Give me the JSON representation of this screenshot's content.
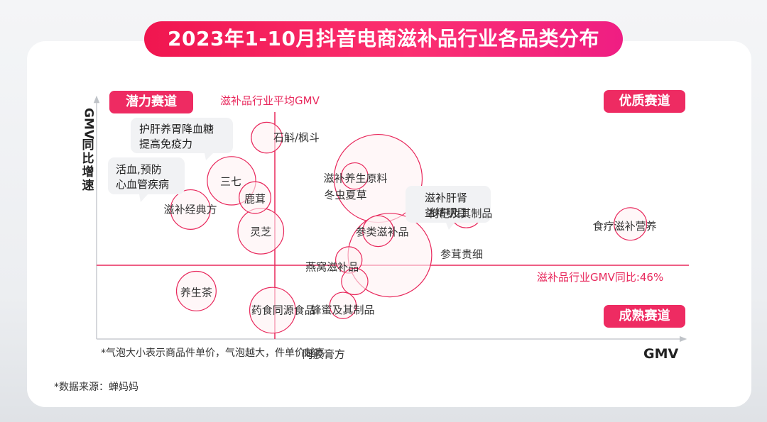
{
  "title": "2023年1-10月抖音电商滋补品行业各品类分布",
  "axes": {
    "y_label": "GMV同比增速",
    "x_label": "GMV"
  },
  "quadrants": {
    "top_left": "潜力赛道",
    "top_right": "优质赛道",
    "bottom_right": "成熟赛道"
  },
  "reference_lines": {
    "vertical": "滋补品行业平均GMV",
    "horizontal": "滋补品行业GMV同比:46%"
  },
  "callouts": [
    {
      "lines": [
        "护肝养胃降血糖",
        "提高免疫力"
      ]
    },
    {
      "lines": [
        "活血,预防",
        "心血管疾病"
      ]
    },
    {
      "lines": [
        "滋补肝肾",
        "益精明目"
      ]
    }
  ],
  "bubble_note": "*气泡大小表示商品件单价，气泡越大，件单价越高",
  "source": "*数据来源：蝉妈妈",
  "colors": {
    "accent": "#ee2b62",
    "bubble_stroke": "#e8285c",
    "bubble_fill": "#fff1f4"
  },
  "chart_data": {
    "type": "scatter",
    "xlabel": "GMV",
    "ylabel": "GMV同比增速",
    "bubble_size_meaning": "商品件单价",
    "points": [
      {
        "name": "石斛/枫斗",
        "x": 0.29,
        "y": 0.84,
        "size": 0.35
      },
      {
        "name": "三七",
        "x": 0.23,
        "y": 0.66,
        "size": 0.55
      },
      {
        "name": "鹿茸",
        "x": 0.27,
        "y": 0.59,
        "size": 0.36
      },
      {
        "name": "滋补经典方",
        "x": 0.16,
        "y": 0.54,
        "size": 0.45
      },
      {
        "name": "灵芝",
        "x": 0.28,
        "y": 0.45,
        "size": 0.52
      },
      {
        "name": "养生茶",
        "x": 0.17,
        "y": 0.2,
        "size": 0.45
      },
      {
        "name": "药食同源食品",
        "x": 0.3,
        "y": 0.12,
        "size": 0.52
      },
      {
        "name": "滋补养生原料",
        "x": 0.48,
        "y": 0.67,
        "size": 1.0
      },
      {
        "name": "冬虫夏草",
        "x": 0.44,
        "y": 0.68,
        "size": 0.3
      },
      {
        "name": "枸杞及其制品",
        "x": 0.63,
        "y": 0.53,
        "size": 0.36
      },
      {
        "name": "参类滋补品",
        "x": 0.48,
        "y": 0.45,
        "size": 0.35
      },
      {
        "name": "参茸贵细",
        "x": 0.5,
        "y": 0.35,
        "size": 0.95
      },
      {
        "name": "燕窝滋补品",
        "x": 0.43,
        "y": 0.33,
        "size": 0.3
      },
      {
        "name": "蜂蜜及其制品",
        "x": 0.44,
        "y": 0.24,
        "size": 0.3
      },
      {
        "name": "阿胶膏方",
        "x": 0.42,
        "y": 0.14,
        "size": 0.3
      },
      {
        "name": "食疗滋补营养",
        "x": 0.91,
        "y": 0.48,
        "size": 0.37
      }
    ]
  }
}
